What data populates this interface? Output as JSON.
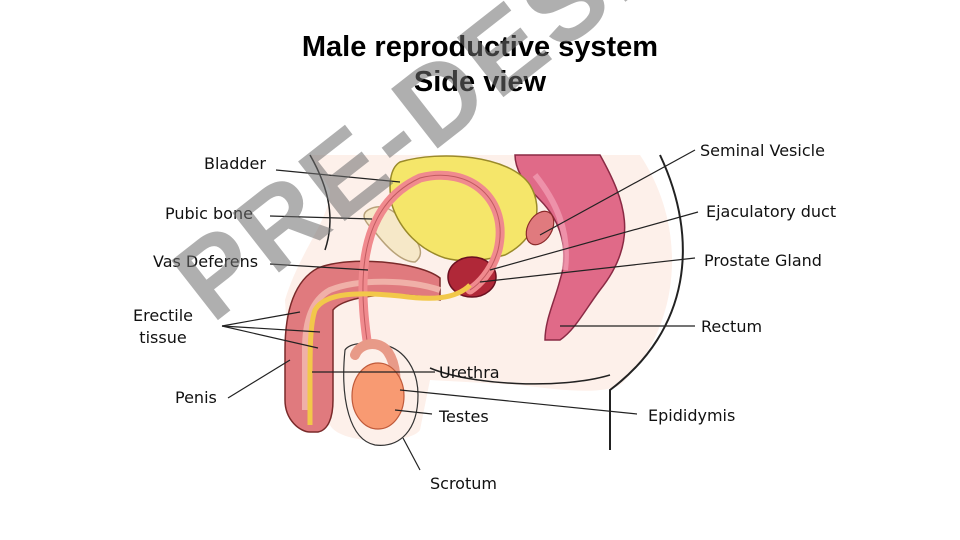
{
  "title_line1": "Male reproductive system",
  "title_line2": "Side view",
  "labels": {
    "bladder": "Bladder",
    "pubic_bone": "Pubic bone",
    "vas_deferens": "Vas Deferens",
    "erectile_line1": "Erectile",
    "erectile_line2": "tissue",
    "penis": "Penis",
    "seminal_vesicle": "Seminal Vesicle",
    "ejaculatory_duct": "Ejaculatory duct",
    "prostate_gland": "Prostate Gland",
    "rectum": "Rectum",
    "urethra": "Urethra",
    "testes": "Testes",
    "epididymis": "Epididymis",
    "scrotum": "Scrotum"
  },
  "watermark": "PRE-DESIGN",
  "colors": {
    "bladder": "#f5e66a",
    "tissue": "#e07a7e",
    "rectum": "#e06a88",
    "prostate": "#b02838",
    "skin": "#fdf0ea",
    "testis": "#f89a72",
    "duct": "#f2c84a"
  }
}
